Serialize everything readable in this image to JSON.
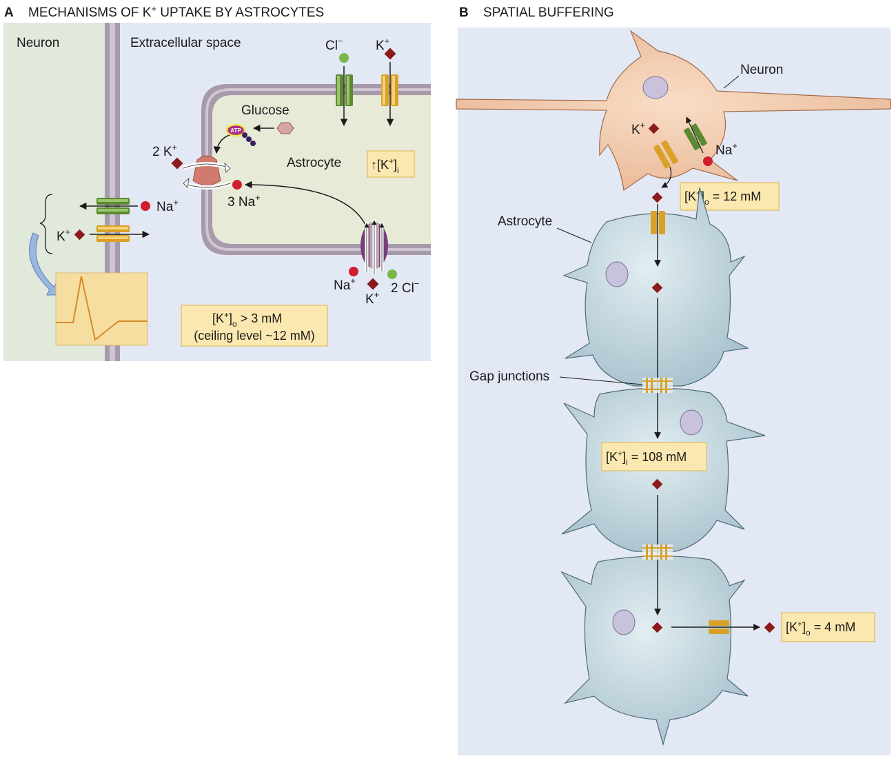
{
  "panel_a": {
    "letter": "A",
    "title": "MECHANISMS OF K",
    "title_sup": "+",
    "title_rest": " UPTAKE BY ASTROCYTES",
    "neuron_label": "Neuron",
    "extracellular_label": "Extracellular space",
    "cl_label": "Cl",
    "cl_sup": "−",
    "k_label": "K",
    "k_sup": "+",
    "glucose_label": "Glucose",
    "atp_label": "ATP",
    "two_k": "2 K",
    "two_k_sup": "+",
    "astrocyte_label": "Astrocyte",
    "k_i_box": "↑[K",
    "k_i_box_sup": "+",
    "k_i_box_end": "]",
    "k_i_box_sub": "i",
    "three_na": "3 Na",
    "three_na_sup": "+",
    "na_label": "Na",
    "na_sup": "+",
    "k_neuron": "K",
    "k_neuron_sup": "+",
    "na_bottom": "Na",
    "na_bottom_sup": "+",
    "k_bottom": "K",
    "k_bottom_sup": "+",
    "two_cl": "2 Cl",
    "two_cl_sup": "−",
    "ko_box_line1_a": "[K",
    "ko_box_line1_sup": "+",
    "ko_box_line1_b": "]",
    "ko_box_line1_sub": "o",
    "ko_box_line1_c": " > 3 mM",
    "ko_box_line2": "(ceiling level ~12 mM)"
  },
  "panel_b": {
    "letter": "B",
    "title": "SPATIAL BUFFERING",
    "neuron_label": "Neuron",
    "k_label": "K",
    "k_sup": "+",
    "na_label": "Na",
    "na_sup": "+",
    "box_top_a": "[K",
    "box_top_sup": "+",
    "box_top_b": "]",
    "box_top_sub": "o",
    "box_top_c": " = 12 mM",
    "astrocyte_label": "Astrocyte",
    "gap_label": "Gap junctions",
    "box_mid_a": "[K",
    "box_mid_sup": "+",
    "box_mid_b": "]",
    "box_mid_sub": "i",
    "box_mid_c": " = 108 mM",
    "box_bot_a": "[K",
    "box_bot_sup": "+",
    "box_bot_b": "]",
    "box_bot_sub": "o",
    "box_bot_c": " = 4 mM"
  },
  "colors": {
    "panel_bg": "#e3e8f5",
    "neuron_bg": "#e0e9dc",
    "astro_fill": "#e6ead6",
    "membrane": "#a79aab",
    "label_box": "#fbe8b0",
    "label_box_border": "#e2c372",
    "k_ion": "#8b1a1a",
    "na_ion": "#cf1f2e",
    "cl_ion": "#7ab648",
    "green_channel": "#7aa34a",
    "yellow_channel": "#e3b23c",
    "purple_channel": "#7a3d78",
    "pump": "#d07a70",
    "neuron_cell": "#f2c6a3",
    "astro_cell": "#b9cfd8",
    "nucleus": "#c9c2dc"
  }
}
